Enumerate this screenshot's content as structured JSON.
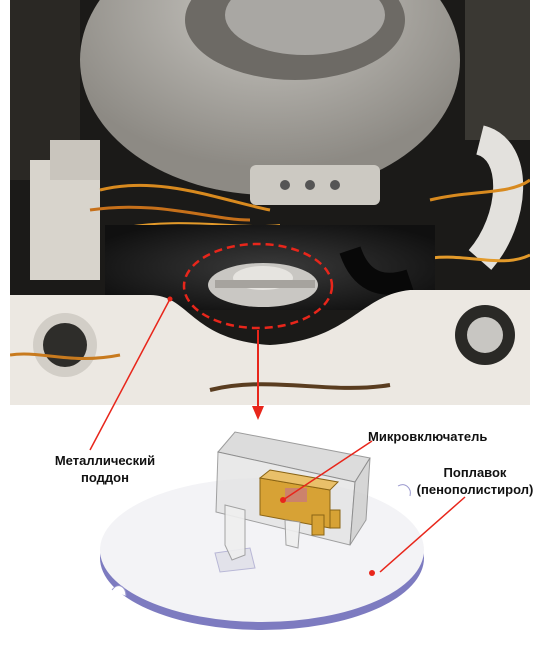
{
  "labels": {
    "metal_pan": "Металлический\nподдон",
    "metal_pan_line1": "Металлический",
    "metal_pan_line2": "поддон",
    "microswitch": "Микровключатель",
    "float_line1": "Поплавок",
    "float_line2": "(пенополистирол)"
  },
  "colors": {
    "callout": "#e8261b",
    "float_body": "#f3f3f6",
    "float_edge": "#8a88c9",
    "switch_body": "#d7a235"
  }
}
